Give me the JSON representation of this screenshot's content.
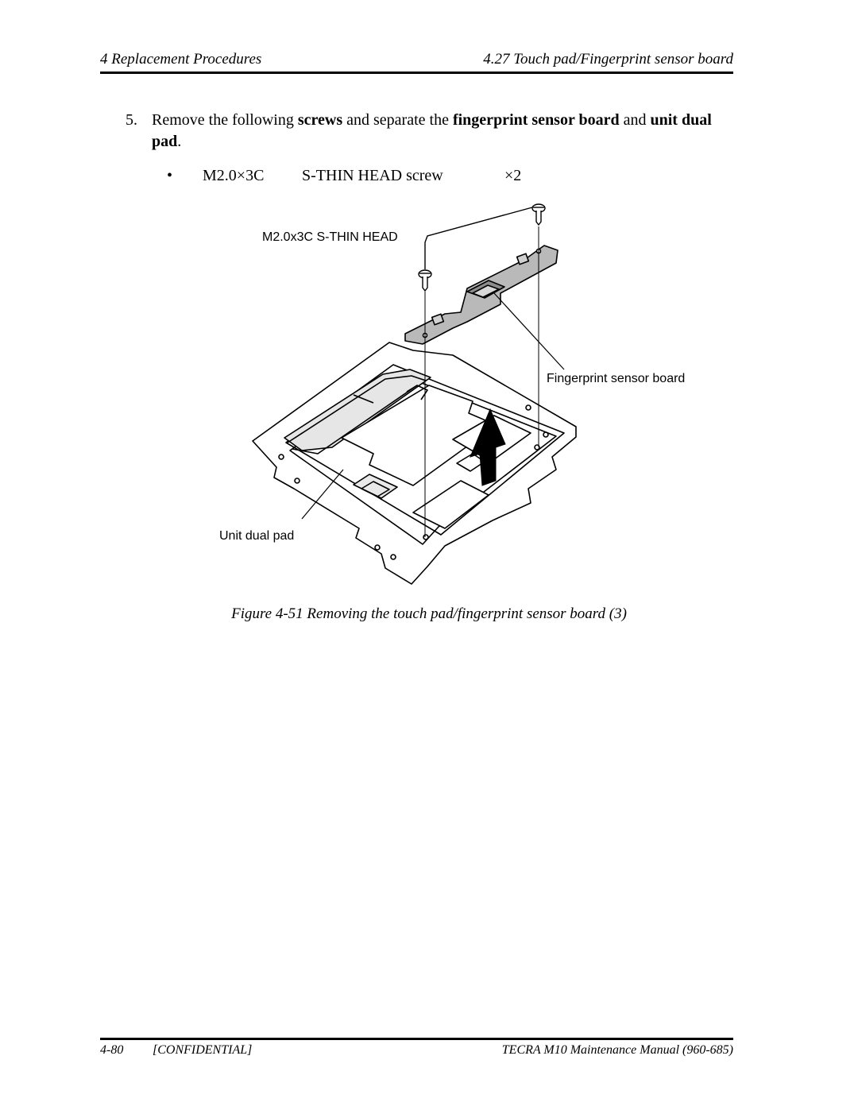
{
  "header": {
    "left": "4 Replacement Procedures",
    "right": "4.27 Touch pad/Fingerprint sensor board"
  },
  "step": {
    "number": "5.",
    "t1": "Remove the following ",
    "b1": "screws",
    "t2": " and separate the ",
    "b2": "fingerprint sensor board",
    "t3": " and ",
    "b3": "unit dual pad",
    "t4": "."
  },
  "screw_item": {
    "bullet": "•",
    "size": "M2.0×3C",
    "type": "S-THIN HEAD screw",
    "qty": "×2"
  },
  "figure": {
    "label_screw": "M2.0x3C S-THIN HEAD",
    "label_board": "Fingerprint sensor board",
    "label_pad": "Unit dual pad",
    "caption": "Figure 4-51   Removing the touch pad/fingerprint sensor board (3)"
  },
  "footer": {
    "page": "4-80",
    "confidential": "[CONFIDENTIAL]",
    "manual": "TECRA M10 Maintenance Manual (960-685)"
  }
}
